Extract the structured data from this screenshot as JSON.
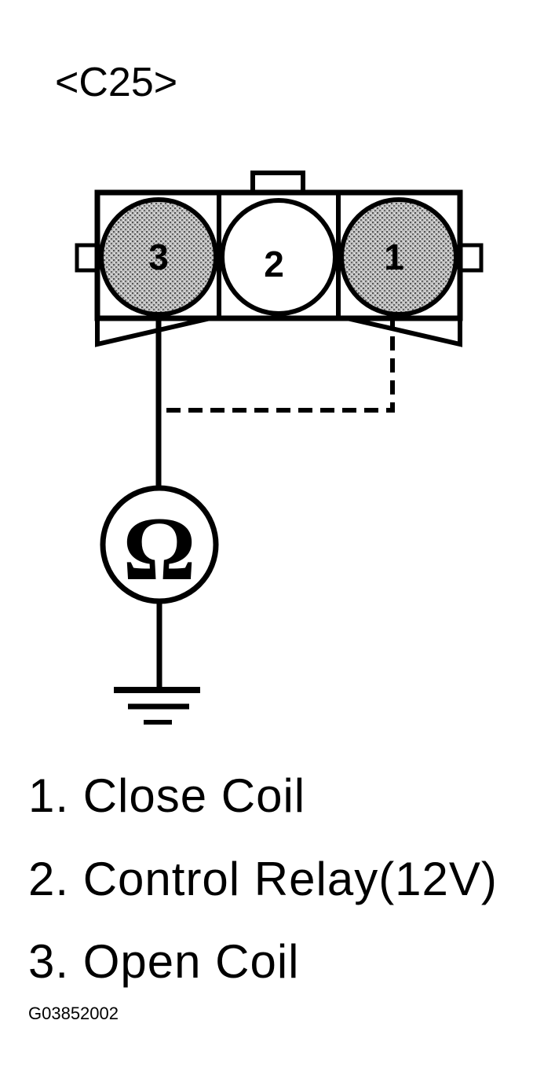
{
  "connector": {
    "id": "<C25>",
    "pins": [
      {
        "number": "3",
        "shaded": true
      },
      {
        "number": "2",
        "shaded": false
      },
      {
        "number": "1",
        "shaded": true
      }
    ]
  },
  "meter_symbol": "Ω",
  "legend": [
    "1. Close Coil",
    "2. Control Relay(12V)",
    "3. Open Coil"
  ],
  "figure_code": "G03852002"
}
